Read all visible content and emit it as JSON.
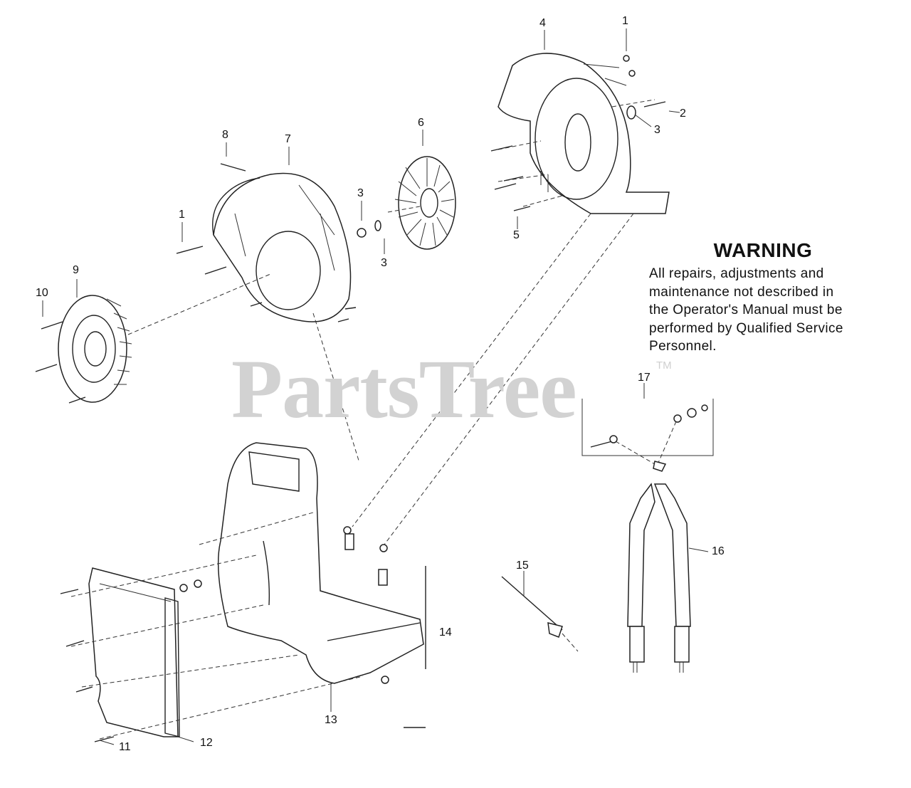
{
  "watermark": {
    "text": "PartsTree",
    "tm": "TM"
  },
  "warning": {
    "title": "WARNING",
    "lines": [
      "All repairs, adjustments and",
      "maintenance not described in",
      "the Operator's Manual must be",
      "performed by Qualified Service",
      "Personnel."
    ]
  },
  "callouts": {
    "c1_top": "1",
    "c2": "2",
    "c3_right": "3",
    "c4": "4",
    "c5": "5",
    "c6": "6",
    "c7": "7",
    "c8": "8",
    "c3_upper": "3",
    "c3_lower": "3",
    "c1_left": "1",
    "c9": "9",
    "c10": "10",
    "c11": "11",
    "c12": "12",
    "c13": "13",
    "c14": "14",
    "c15": "15",
    "c16": "16",
    "c17": "17"
  }
}
